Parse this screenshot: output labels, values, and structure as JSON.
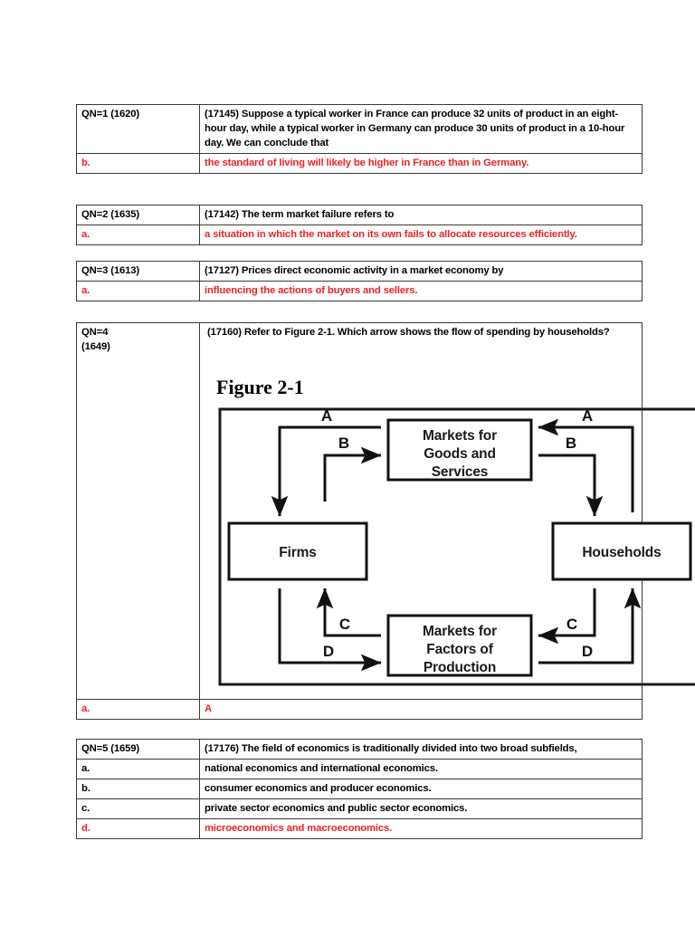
{
  "document": {
    "type": "economics-quiz-answer-key",
    "accent_answer_color": "#ec2226",
    "text_color": "#000000"
  },
  "questions": [
    {
      "id": "qn1",
      "label": "QN=1 (1620)",
      "stem": "(17145) Suppose a typical worker in France can produce 32 units of product in an eight-hour day, while a typical worker in Germany can produce 30 units of product in a 10-hour day. We can conclude that",
      "options": [
        {
          "letter": "b.",
          "text": "the standard of living will likely be higher in France than in Germany.",
          "correct": true
        }
      ]
    },
    {
      "id": "qn2",
      "label": "QN=2 (1635)",
      "stem": "(17142) The term market failure refers to",
      "options": [
        {
          "letter": "a.",
          "text": "a situation in which the market on its own fails to allocate resources efficiently.",
          "correct": true
        }
      ]
    },
    {
      "id": "qn3",
      "label": "QN=3 (1613)",
      "stem": "(17127) Prices direct economic activity in a market economy by",
      "options": [
        {
          "letter": "a.",
          "text": "influencing the actions of buyers and sellers.",
          "correct": true
        }
      ]
    },
    {
      "id": "qn4",
      "label_line1": "QN=4",
      "label_line2": "(1649)",
      "stem": "(17160) Refer to Figure 2-1. Which arrow shows the flow of spending by households?",
      "figure": {
        "title": "Figure 2-1",
        "boxes": {
          "top_center": "Markets for Goods and Services",
          "top_center_lines": [
            "Markets for",
            "Goods and",
            "Services"
          ],
          "left": "Firms",
          "right": "Households",
          "bottom_center": "Markets for Factors of Production",
          "bottom_center_lines": [
            "Markets for",
            "Factors of",
            "Production"
          ]
        },
        "arrow_labels": {
          "top_left_upper": "A",
          "top_left_lower": "B",
          "top_right_upper": "A",
          "top_right_lower": "B",
          "bottom_left_upper": "C",
          "bottom_left_lower": "D",
          "bottom_right_upper": "C",
          "bottom_right_lower": "D"
        }
      },
      "options": [
        {
          "letter": "a.",
          "text": "A",
          "correct": true
        }
      ]
    },
    {
      "id": "qn5",
      "label": "QN=5 (1659)",
      "stem": "(17176) The field of economics is traditionally divided into two broad subfields,",
      "options": [
        {
          "letter": "a.",
          "text": "national economics and international economics.",
          "correct": false
        },
        {
          "letter": "b.",
          "text": "consumer economics and producer economics.",
          "correct": false
        },
        {
          "letter": "c.",
          "text": "private sector economics and public sector economics.",
          "correct": false
        },
        {
          "letter": "d.",
          "text": "microeconomics and macroeconomics.",
          "correct": true
        }
      ]
    }
  ]
}
